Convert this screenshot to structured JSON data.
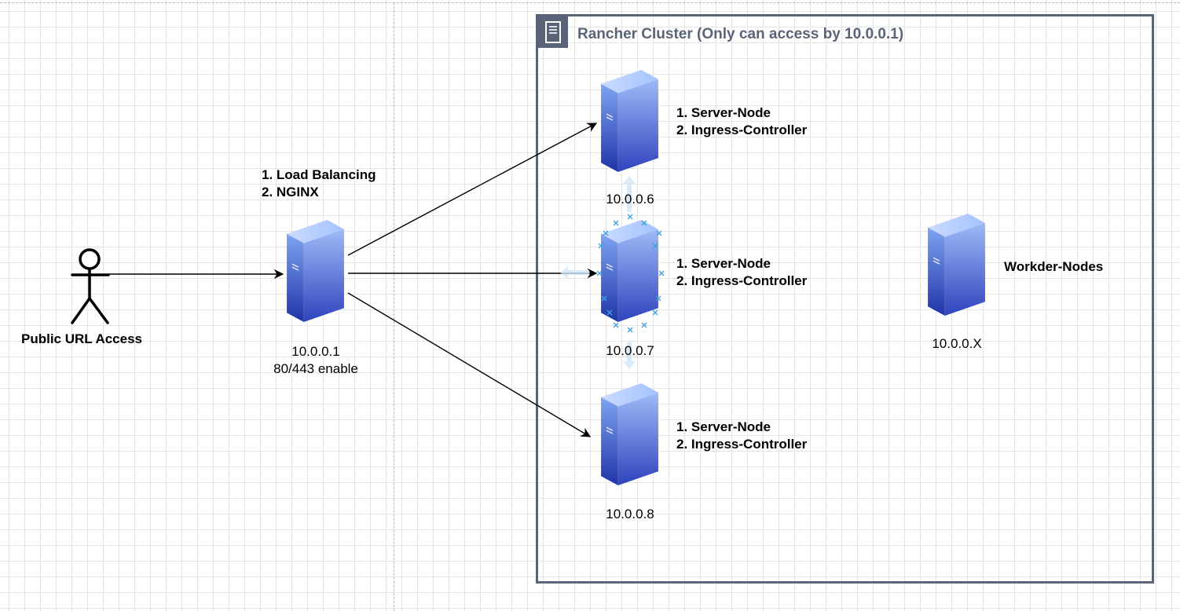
{
  "actor": {
    "label": "Public URL Access"
  },
  "load_balancer": {
    "roles": [
      "1. Load Balancing",
      "2. NGINX"
    ],
    "ip": "10.0.0.1",
    "ports": "80/443 enable"
  },
  "cluster": {
    "title": "Rancher Cluster (Only can access by 10.0.0.1)"
  },
  "server_nodes": [
    {
      "roles": [
        "1. Server-Node",
        "2. Ingress-Controller"
      ],
      "ip": "10.0.0.6"
    },
    {
      "roles": [
        "1. Server-Node",
        "2. Ingress-Controller"
      ],
      "ip": "10.0.0.7"
    },
    {
      "roles": [
        "1. Server-Node",
        "2. Ingress-Controller"
      ],
      "ip": "10.0.0.8"
    }
  ],
  "worker_nodes": {
    "label": "Workder-Nodes",
    "ip": "10.0.0.X"
  },
  "colors": {
    "server_top": "#a8c8ff",
    "server_body_light": "#8fb0f5",
    "server_body_dark": "#2b3fb8",
    "cluster_border": "#5a6478",
    "selection_marker": "#3ea0e0"
  },
  "icons": [
    "stick-figure-icon",
    "server-tower-icon",
    "server-rack-icon"
  ]
}
